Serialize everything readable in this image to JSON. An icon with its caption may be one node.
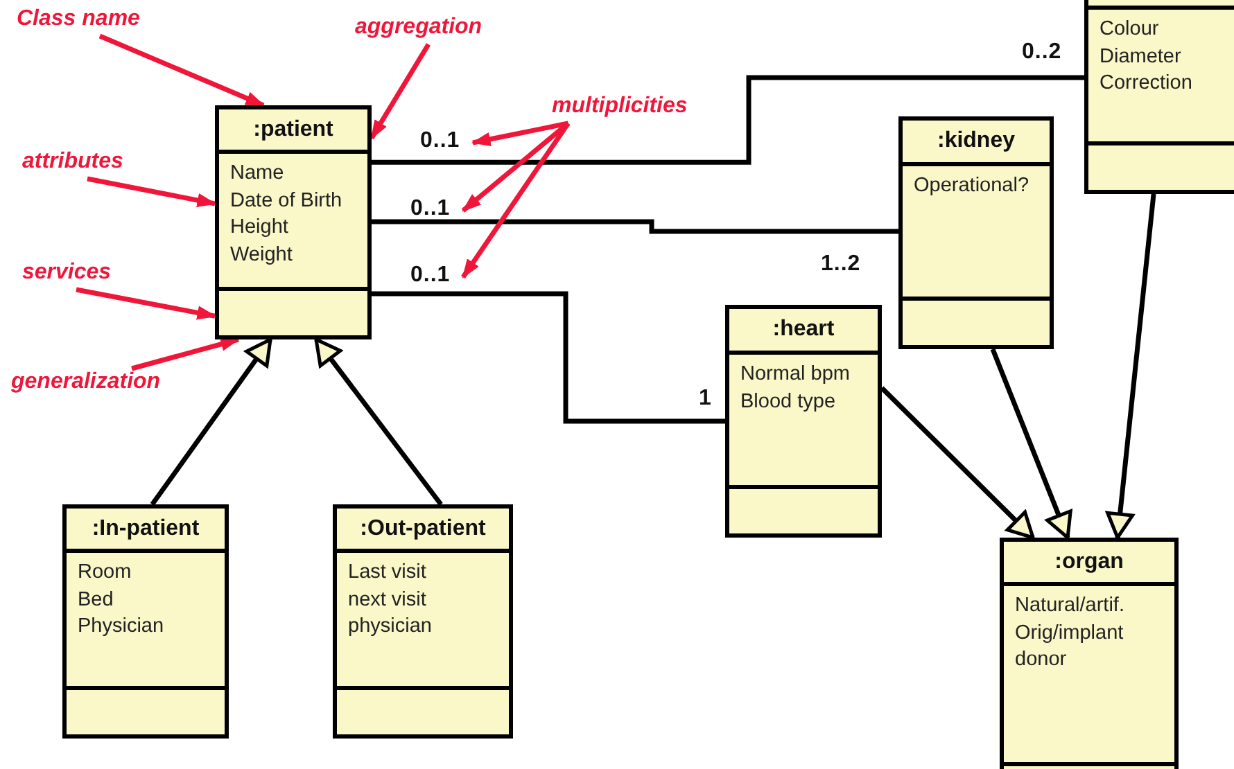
{
  "diagram": {
    "nodes": [
      {
        "text": [
          ":patient",
          "Name",
          "Date of Birth",
          "Height",
          "Weight"
        ]
      },
      {
        "text": [
          ":In-patient",
          "Room",
          "Bed",
          "Physician"
        ]
      },
      {
        "text": [
          ":Out-patient",
          "Last visit",
          "next visit",
          "physician"
        ]
      },
      {
        "text": [
          ":heart",
          "Normal bpm",
          "Blood type"
        ]
      },
      {
        "text": [
          ":kidney",
          "Operational?"
        ]
      },
      {
        "text": [
          "Colour",
          "Diameter",
          "Correction"
        ]
      },
      {
        "text": [
          ":organ",
          "Natural/artif.",
          "Orig/implant",
          "donor"
        ]
      },
      {
        "text": [
          "Class name"
        ]
      },
      {
        "text": [
          "aggregation"
        ]
      },
      {
        "text": [
          "attributes"
        ]
      },
      {
        "text": [
          "services"
        ]
      },
      {
        "text": [
          "generalization"
        ]
      },
      {
        "text": [
          "multiplicities"
        ]
      },
      {
        "text": [
          "0..1"
        ]
      },
      {
        "text": [
          "0..1"
        ]
      },
      {
        "text": [
          "0..1"
        ]
      }
    ],
    "edges": [
      {
        "from": 0,
        "to": 5,
        "arrow": "other"
      },
      {
        "from": 0,
        "to": 4,
        "arrow": "other"
      },
      {
        "from": 0,
        "to": 3,
        "arrow": "other"
      },
      {
        "from": 1,
        "to": 0,
        "arrow": "to"
      },
      {
        "from": 2,
        "to": 0,
        "arrow": "to"
      },
      {
        "from": 3,
        "to": 6,
        "arrow": "to"
      },
      {
        "from": 4,
        "to": 6,
        "arrow": "to"
      },
      {
        "from": 5,
        "to": 6,
        "arrow": "to"
      },
      {
        "from": 7,
        "to": 0,
        "arrow": "to",
        "color": "#f0163a"
      },
      {
        "from": 8,
        "to": 0,
        "arrow": "to",
        "color": "#f0163a"
      },
      {
        "from": 9,
        "to": 0,
        "arrow": "to",
        "color": "#f0163a"
      },
      {
        "from": 10,
        "to": 0,
        "arrow": "to",
        "color": "#f0163a"
      },
      {
        "from": 11,
        "to": 0,
        "arrow": "to",
        "color": "#f0163a"
      },
      {
        "from": 12,
        "to": 13,
        "arrow": "to",
        "color": "#f0163a"
      },
      {
        "from": 12,
        "to": 14,
        "arrow": "to",
        "color": "#f0163a"
      },
      {
        "from": 12,
        "to": 15,
        "arrow": "to",
        "color": "#f0163a"
      }
    ],
    "labels": [
      "0..2",
      "1..2",
      "1"
    ]
  }
}
